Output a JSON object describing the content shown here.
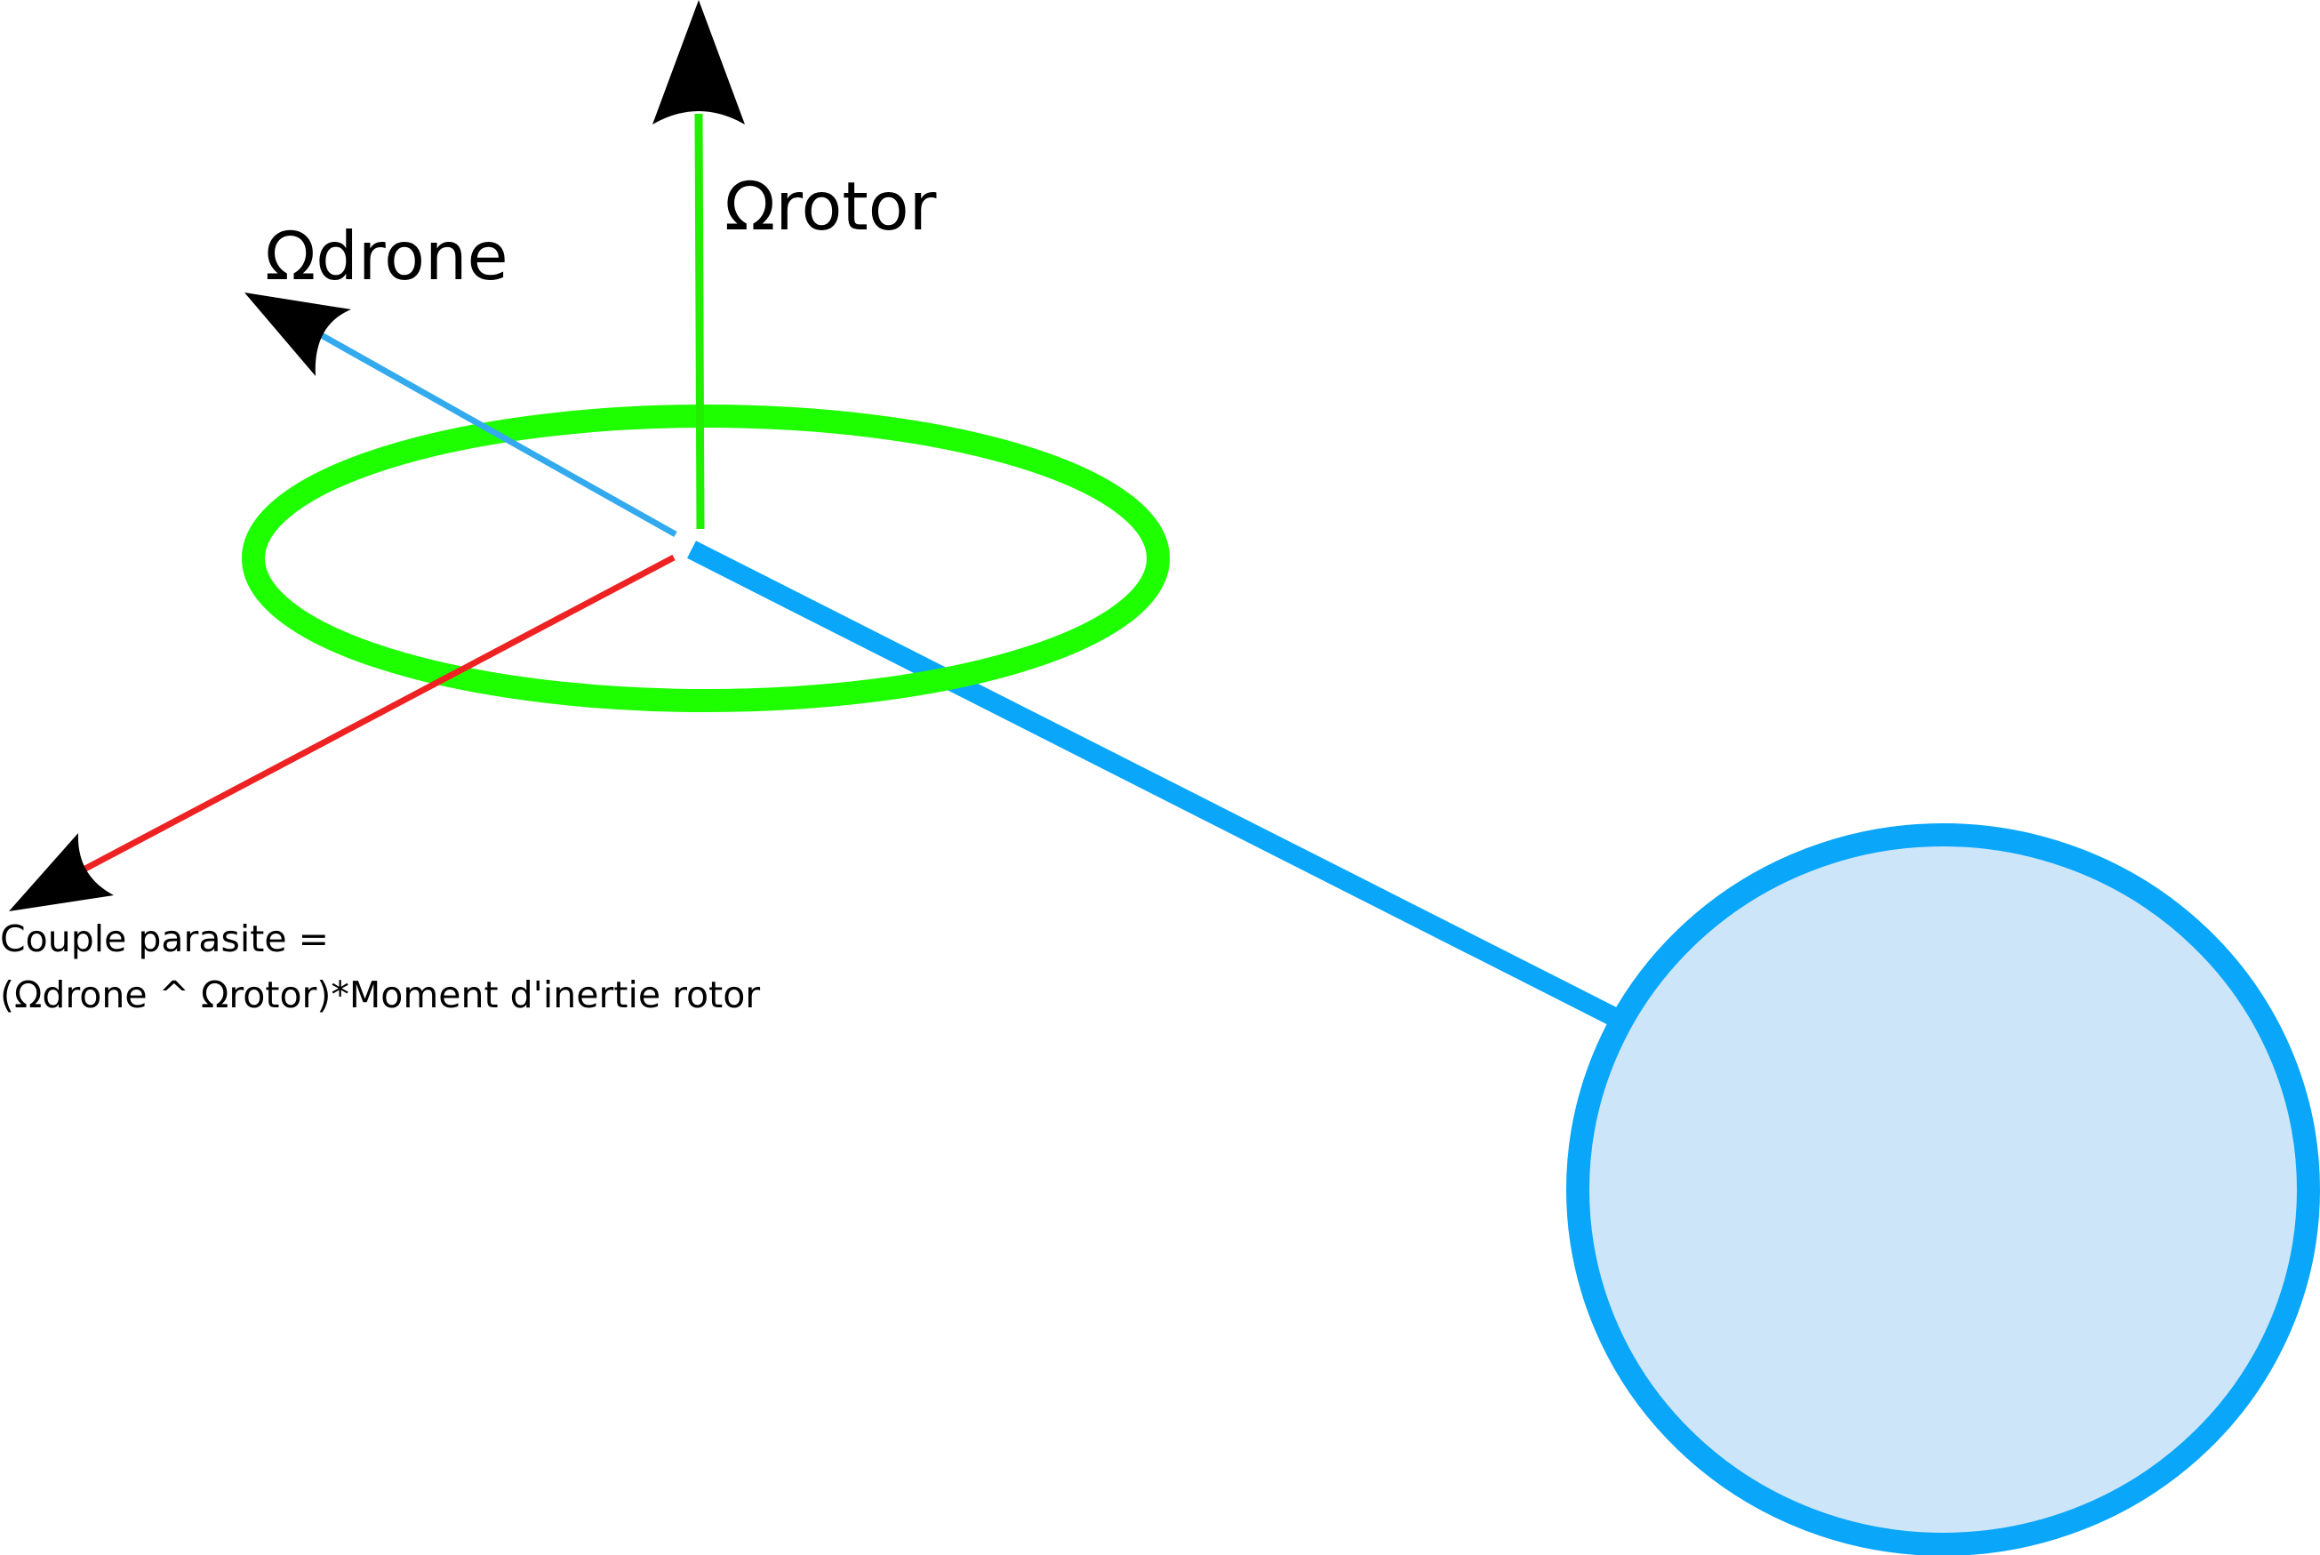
{
  "labels": {
    "omega_rotor": "Ωrotor",
    "omega_drone": "Ωdrone",
    "couple_line1": "Couple parasite =",
    "couple_line2": "(Ωdrone ^ Ωrotor)*Moment d'inertie rotor"
  },
  "colors": {
    "rotor_ring": "#1eff00",
    "rotor_axis": "#22ee00",
    "drone_axis": "#33aaee",
    "arm": "#0aa6fa",
    "torque_axis": "#ee2222",
    "body_fill": "#cde5f9",
    "body_stroke": "#0aa6fa",
    "arrowhead": "#000000",
    "text": "#000000"
  }
}
